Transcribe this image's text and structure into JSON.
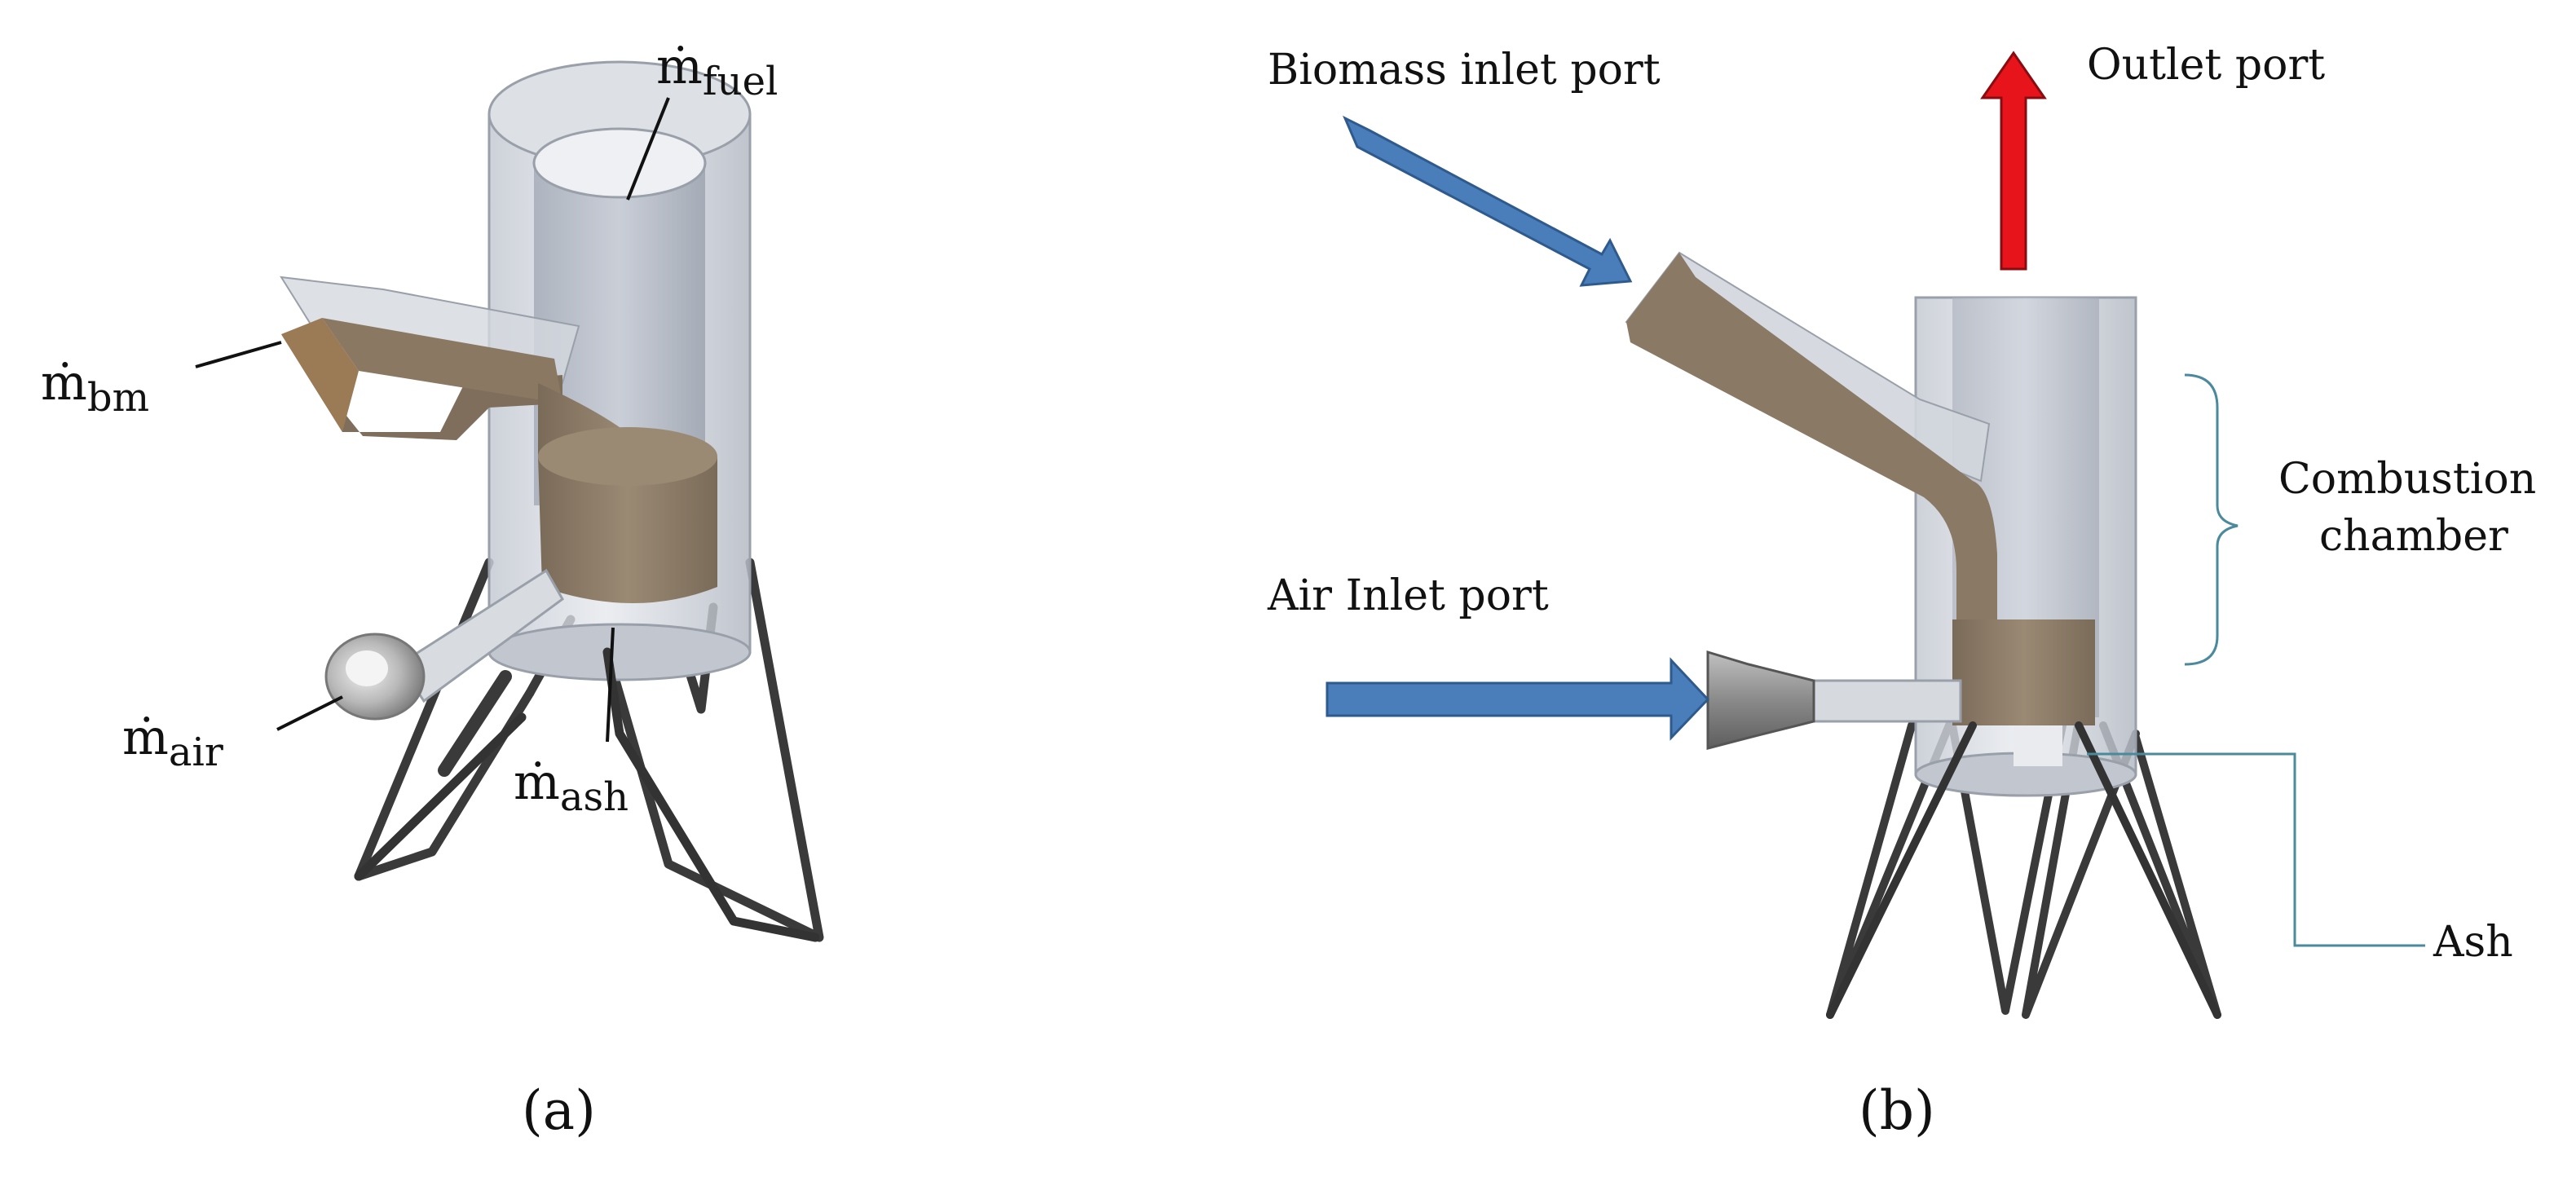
{
  "panel_a": {
    "caption": "(a)",
    "labels": {
      "fuel": {
        "symbol": "ṁ",
        "sub": "fuel"
      },
      "bm": {
        "symbol": "ṁ",
        "sub": "bm"
      },
      "air": {
        "symbol": "ṁ",
        "sub": "air"
      },
      "ash": {
        "symbol": "ṁ",
        "sub": "ash"
      }
    }
  },
  "panel_b": {
    "caption": "(b)",
    "labels": {
      "biomass_inlet": "Biomass inlet port",
      "outlet": "Outlet port",
      "combustion_line1": "Combustion",
      "combustion_line2": "chamber",
      "air_inlet": "Air Inlet port",
      "ash": "Ash"
    }
  },
  "colors": {
    "inlet_arrow": "#4a7ebb",
    "outlet_arrow": "#e8141c",
    "biomass": "#8c7c68",
    "glass": "#c8cdd6",
    "leg": "#3a3a3a",
    "bracket": "#4a8a9c"
  }
}
